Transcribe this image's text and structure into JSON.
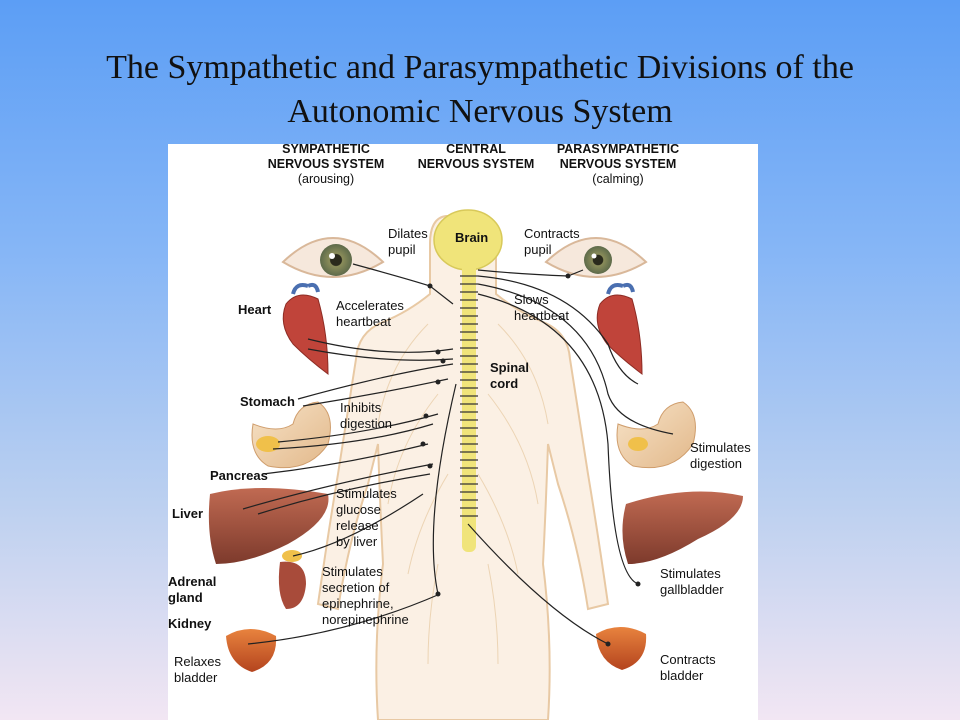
{
  "slide": {
    "title_line1": "The Sympathetic and Parasympathetic Divisions of the",
    "title_line2": "Autonomic Nervous System"
  },
  "headers": {
    "sympathetic": {
      "line1": "SYMPATHETIC",
      "line2": "NERVOUS SYSTEM",
      "sub": "(arousing)"
    },
    "central": {
      "line1": "CENTRAL",
      "line2": "NERVOUS SYSTEM"
    },
    "parasympathetic": {
      "line1": "PARASYMPATHETIC",
      "line2": "NERVOUS SYSTEM",
      "sub": "(calming)"
    }
  },
  "labels": {
    "brain": "Brain",
    "spinal_cord_1": "Spinal",
    "spinal_cord_2": "cord",
    "heart": "Heart",
    "stomach": "Stomach",
    "pancreas": "Pancreas",
    "liver": "Liver",
    "adrenal_1": "Adrenal",
    "adrenal_2": "gland",
    "kidney": "Kidney"
  },
  "sympathetic_effects": {
    "pupil_1": "Dilates",
    "pupil_2": "pupil",
    "heart_1": "Accelerates",
    "heart_2": "heartbeat",
    "digestion_1": "Inhibits",
    "digestion_2": "digestion",
    "glucose_1": "Stimulates",
    "glucose_2": "glucose",
    "glucose_3": "release",
    "glucose_4": "by liver",
    "epi_1": "Stimulates",
    "epi_2": "secretion of",
    "epi_3": "epinephrine,",
    "epi_4": "norepinephrine",
    "bladder_1": "Relaxes",
    "bladder_2": "bladder"
  },
  "parasympathetic_effects": {
    "pupil_1": "Contracts",
    "pupil_2": "pupil",
    "heart_1": "Slows",
    "heart_2": "heartbeat",
    "digestion_1": "Stimulates",
    "digestion_2": "digestion",
    "gall_1": "Stimulates",
    "gall_2": "gallbladder",
    "bladder_1": "Contracts",
    "bladder_2": "bladder"
  },
  "colors": {
    "spinal_cord": "#f0e47a",
    "body_outline": "#e8c9a4",
    "nerve_line": "#222222",
    "organ_red": "#c0443a",
    "liver": "#9a4a3a"
  }
}
